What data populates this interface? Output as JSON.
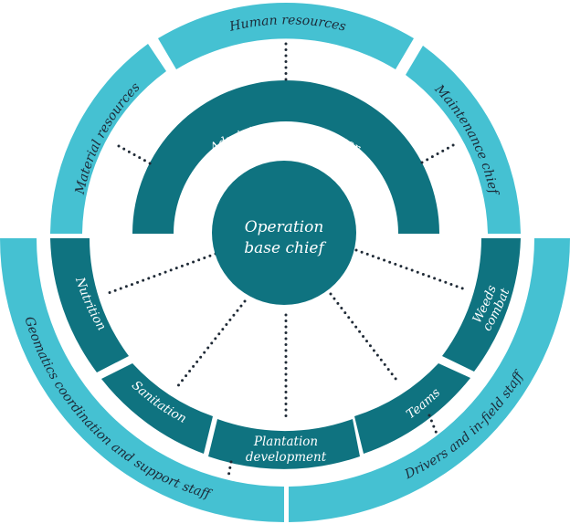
{
  "center": {
    "line1": "Operation",
    "line2": "base chief"
  },
  "admin": {
    "label": "Administrative manager"
  },
  "outer_top": {
    "human_resources": "Human resources",
    "material_resources": "Material resources",
    "maintenance_chief": "Maintenance chief"
  },
  "outer_bottom": {
    "geomatics": "Geomatics coordination and support staff",
    "drivers": "Drivers and in-field staff"
  },
  "inner": {
    "nutrition": "Nutrition",
    "sanitation": "Sanitation",
    "plantation_line1": "Plantation",
    "plantation_line2": "development",
    "teams": "Teams",
    "weeds_line1": "Weeds",
    "weeds_line2": "combat"
  },
  "colors": {
    "light": "#45c1d2",
    "dark": "#0f7380",
    "dots": "#1f2a36"
  }
}
